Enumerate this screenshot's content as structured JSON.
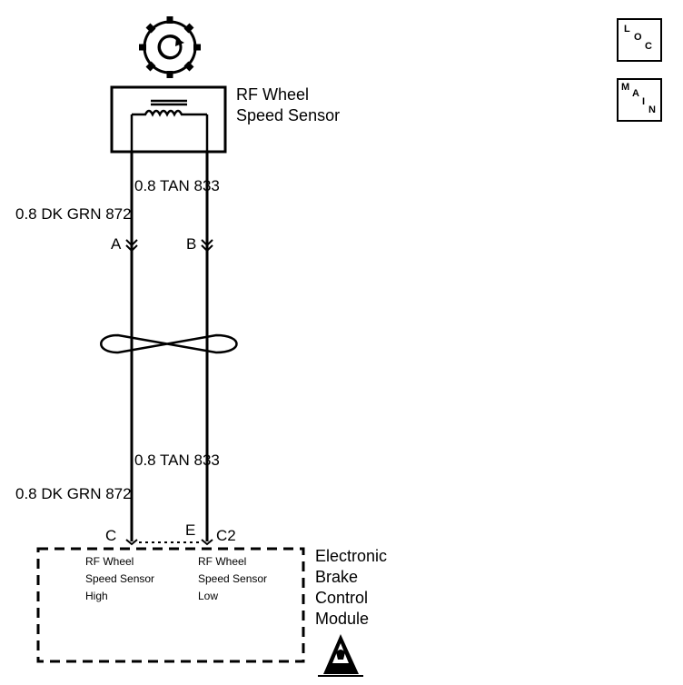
{
  "sensor": {
    "name_line1": "RF Wheel",
    "name_line2": "Speed Sensor"
  },
  "wires": {
    "tan_top": "0.8 TAN  833",
    "dkgrn_top": "0.8  DK GRN  872",
    "tan_bottom": "0.8 TAN  833",
    "dkgrn_bottom": "0.8  DK GRN  872"
  },
  "connector_pins": {
    "a": "A",
    "b": "B",
    "c": "C",
    "e": "E",
    "c2": "C2"
  },
  "module": {
    "name_line1": "Electronic",
    "name_line2": "Brake",
    "name_line3": "Control",
    "name_line4": "Module",
    "high_line1": "RF Wheel",
    "high_line2": "Speed Sensor",
    "high_line3": "High",
    "low_line1": "RF Wheel",
    "low_line2": "Speed Sensor",
    "low_line3": "Low"
  },
  "badges": {
    "loc": [
      "L",
      "O",
      "C"
    ],
    "main": [
      "M",
      "A",
      "I",
      "N"
    ]
  },
  "icons": [
    "sensor-gear-icon",
    "twisted-pair-icon",
    "esd-warning-icon"
  ]
}
